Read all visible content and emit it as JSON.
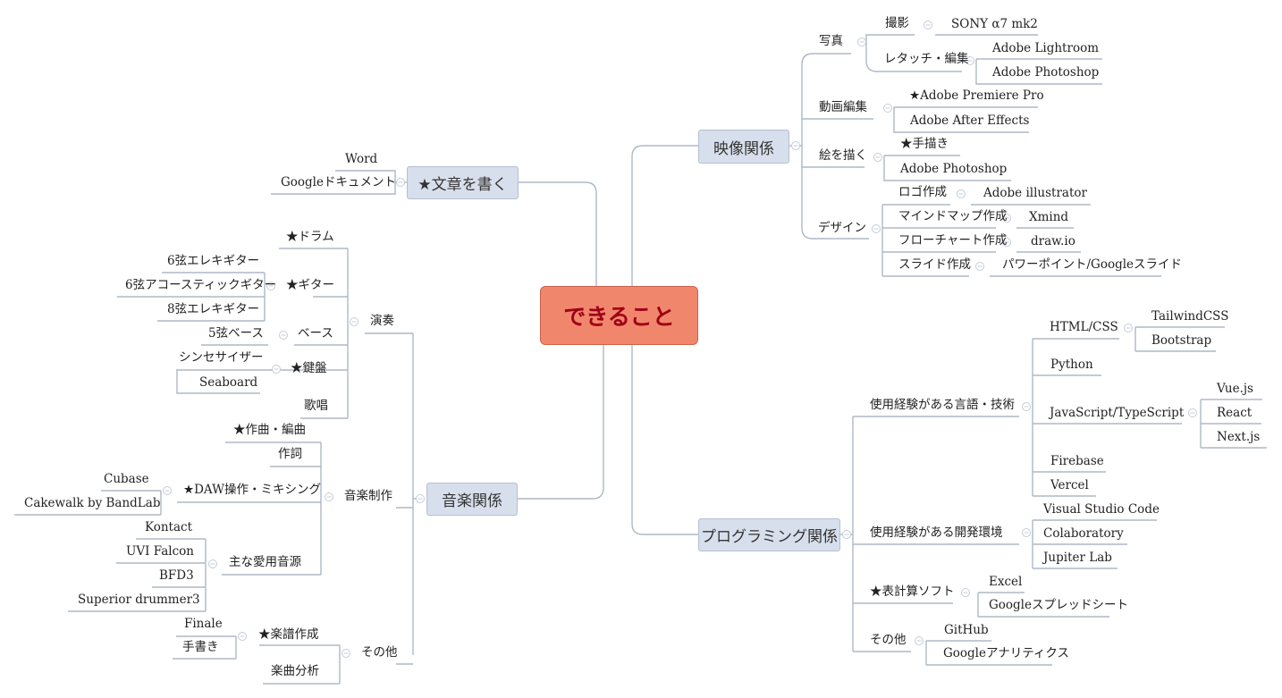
{
  "center": "できること",
  "branches": {
    "eizou": "映像関係",
    "bunsho": "★文章を書く",
    "ongaku": "音楽関係",
    "programming": "プログラミング関係"
  },
  "eizou": {
    "shashin": "写真",
    "satsuei": "撮影",
    "camera": "SONY α7 mk2",
    "retouch": "レタッチ・編集",
    "lightroom": "Adobe Lightroom",
    "photoshop1": "Adobe Photoshop",
    "douga": "動画編集",
    "premiere": "★Adobe Premiere Pro",
    "aftereffects": "Adobe After Effects",
    "e": "絵を描く",
    "tegaki": "★手描き",
    "photoshop2": "Adobe Photoshop",
    "design": "デザイン",
    "logo": "ロゴ作成",
    "illustrator": "Adobe illustrator",
    "mindmap": "マインドマップ作成",
    "xmind": "Xmind",
    "flowchart": "フローチャート作成",
    "drawio": "draw.io",
    "slide": "スライド作成",
    "powerpoint": "パワーポイント/Googleスライド"
  },
  "bunsho": {
    "word": "Word",
    "gdoc": "Googleドキュメント"
  },
  "ongaku": {
    "ensou": "演奏",
    "drum": "★ドラム",
    "guitar": "★ギター",
    "g1": "6弦エレキギター",
    "g2": "6弦アコースティックギター",
    "g3": "8弦エレキギター",
    "bass": "ベース",
    "bass5": "5弦ベース",
    "kenban": "★鍵盤",
    "synth": "シンセサイザー",
    "seaboard": "Seaboard",
    "kashou": "歌唱",
    "seisaku": "音楽制作",
    "sakkyoku": "★作曲・編曲",
    "sakushi": "作詞",
    "daw": "★DAW操作・ミキシング",
    "cubase": "Cubase",
    "cakewalk": "Cakewalk by BandLab",
    "ongen": "主な愛用音源",
    "kontakt": "Kontact",
    "uvi": "UVI Falcon",
    "bfd": "BFD3",
    "superior": "Superior drummer3",
    "sonota": "その他",
    "gakufu": "★楽譜作成",
    "finale": "Finale",
    "tegaki": "手書き",
    "bunseki": "楽曲分析"
  },
  "programming": {
    "gengo": "使用経験がある言語・技術",
    "htmlcss": "HTML/CSS",
    "tailwind": "TailwindCSS",
    "bootstrap": "Bootstrap",
    "python": "Python",
    "jsts": "JavaScript/TypeScript",
    "vue": "Vue.js",
    "react": "React",
    "next": "Next.js",
    "firebase": "Firebase",
    "vercel": "Vercel",
    "kankyou": "使用経験がある開発環境",
    "vscode": "Visual Studio Code",
    "colab": "Colaboratory",
    "jupyter": "Jupiter Lab",
    "hyoukeisan": "★表計算ソフト",
    "excel": "Excel",
    "gsheet": "Googleスプレッドシート",
    "sonota": "その他",
    "github": "GitHub",
    "ganalytics": "Googleアナリティクス"
  },
  "colors": {
    "line": "#aeb8c6",
    "main_fill": "#d8dfec",
    "center_fill": "#f0876c",
    "center_text": "#a00018"
  },
  "icons": {
    "collapse": "minus-circle-icon"
  }
}
